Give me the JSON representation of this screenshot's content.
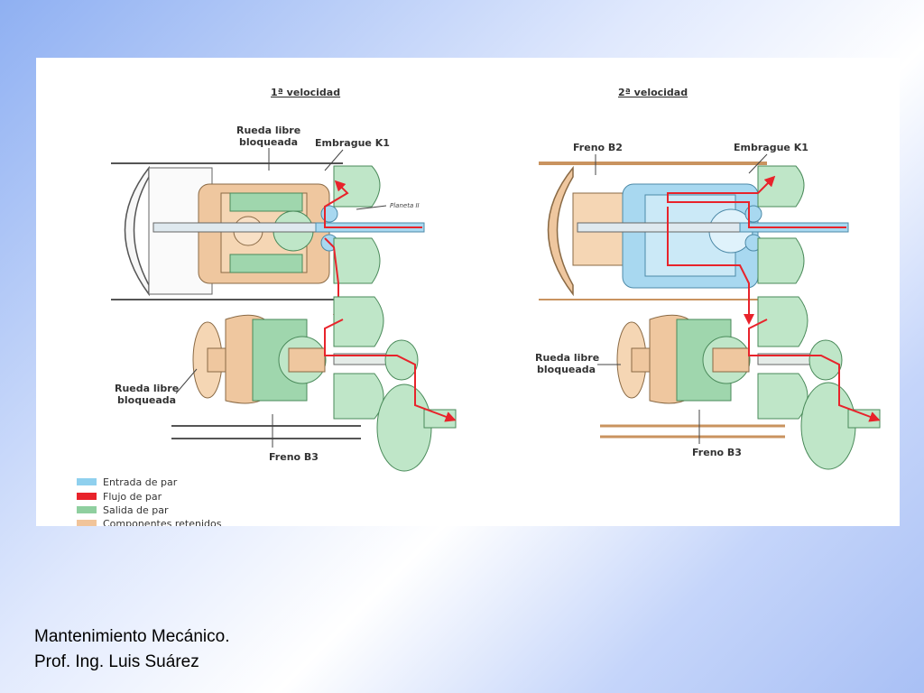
{
  "diagram": {
    "panel_left": {
      "title": "1ª velocidad",
      "labels": {
        "rueda_libre_top": [
          "Rueda libre",
          "bloqueada"
        ],
        "embrague": "Embrague K1",
        "planeta": "Planeta II",
        "rueda_libre_bottom": [
          "Rueda libre",
          "bloqueada"
        ],
        "freno_b3": "Freno B3"
      }
    },
    "panel_right": {
      "title": "2ª velocidad",
      "labels": {
        "freno_b2": "Freno B2",
        "embrague": "Embrague K1",
        "rueda_libre_bottom": [
          "Rueda libre",
          "bloqueada"
        ],
        "freno_b3": "Freno B3"
      }
    },
    "legend": [
      {
        "label": "Entrada de par",
        "color": "#8fd0ee"
      },
      {
        "label": "Flujo de par",
        "color": "#e8232b"
      },
      {
        "label": "Salida de par",
        "color": "#8fcf9f"
      },
      {
        "label": "Componentes retenidos",
        "color": "#f1c49a"
      }
    ]
  },
  "footer": {
    "line1": "Mantenimiento Mecánico.",
    "line2": "Prof. Ing. Luis Suárez"
  }
}
